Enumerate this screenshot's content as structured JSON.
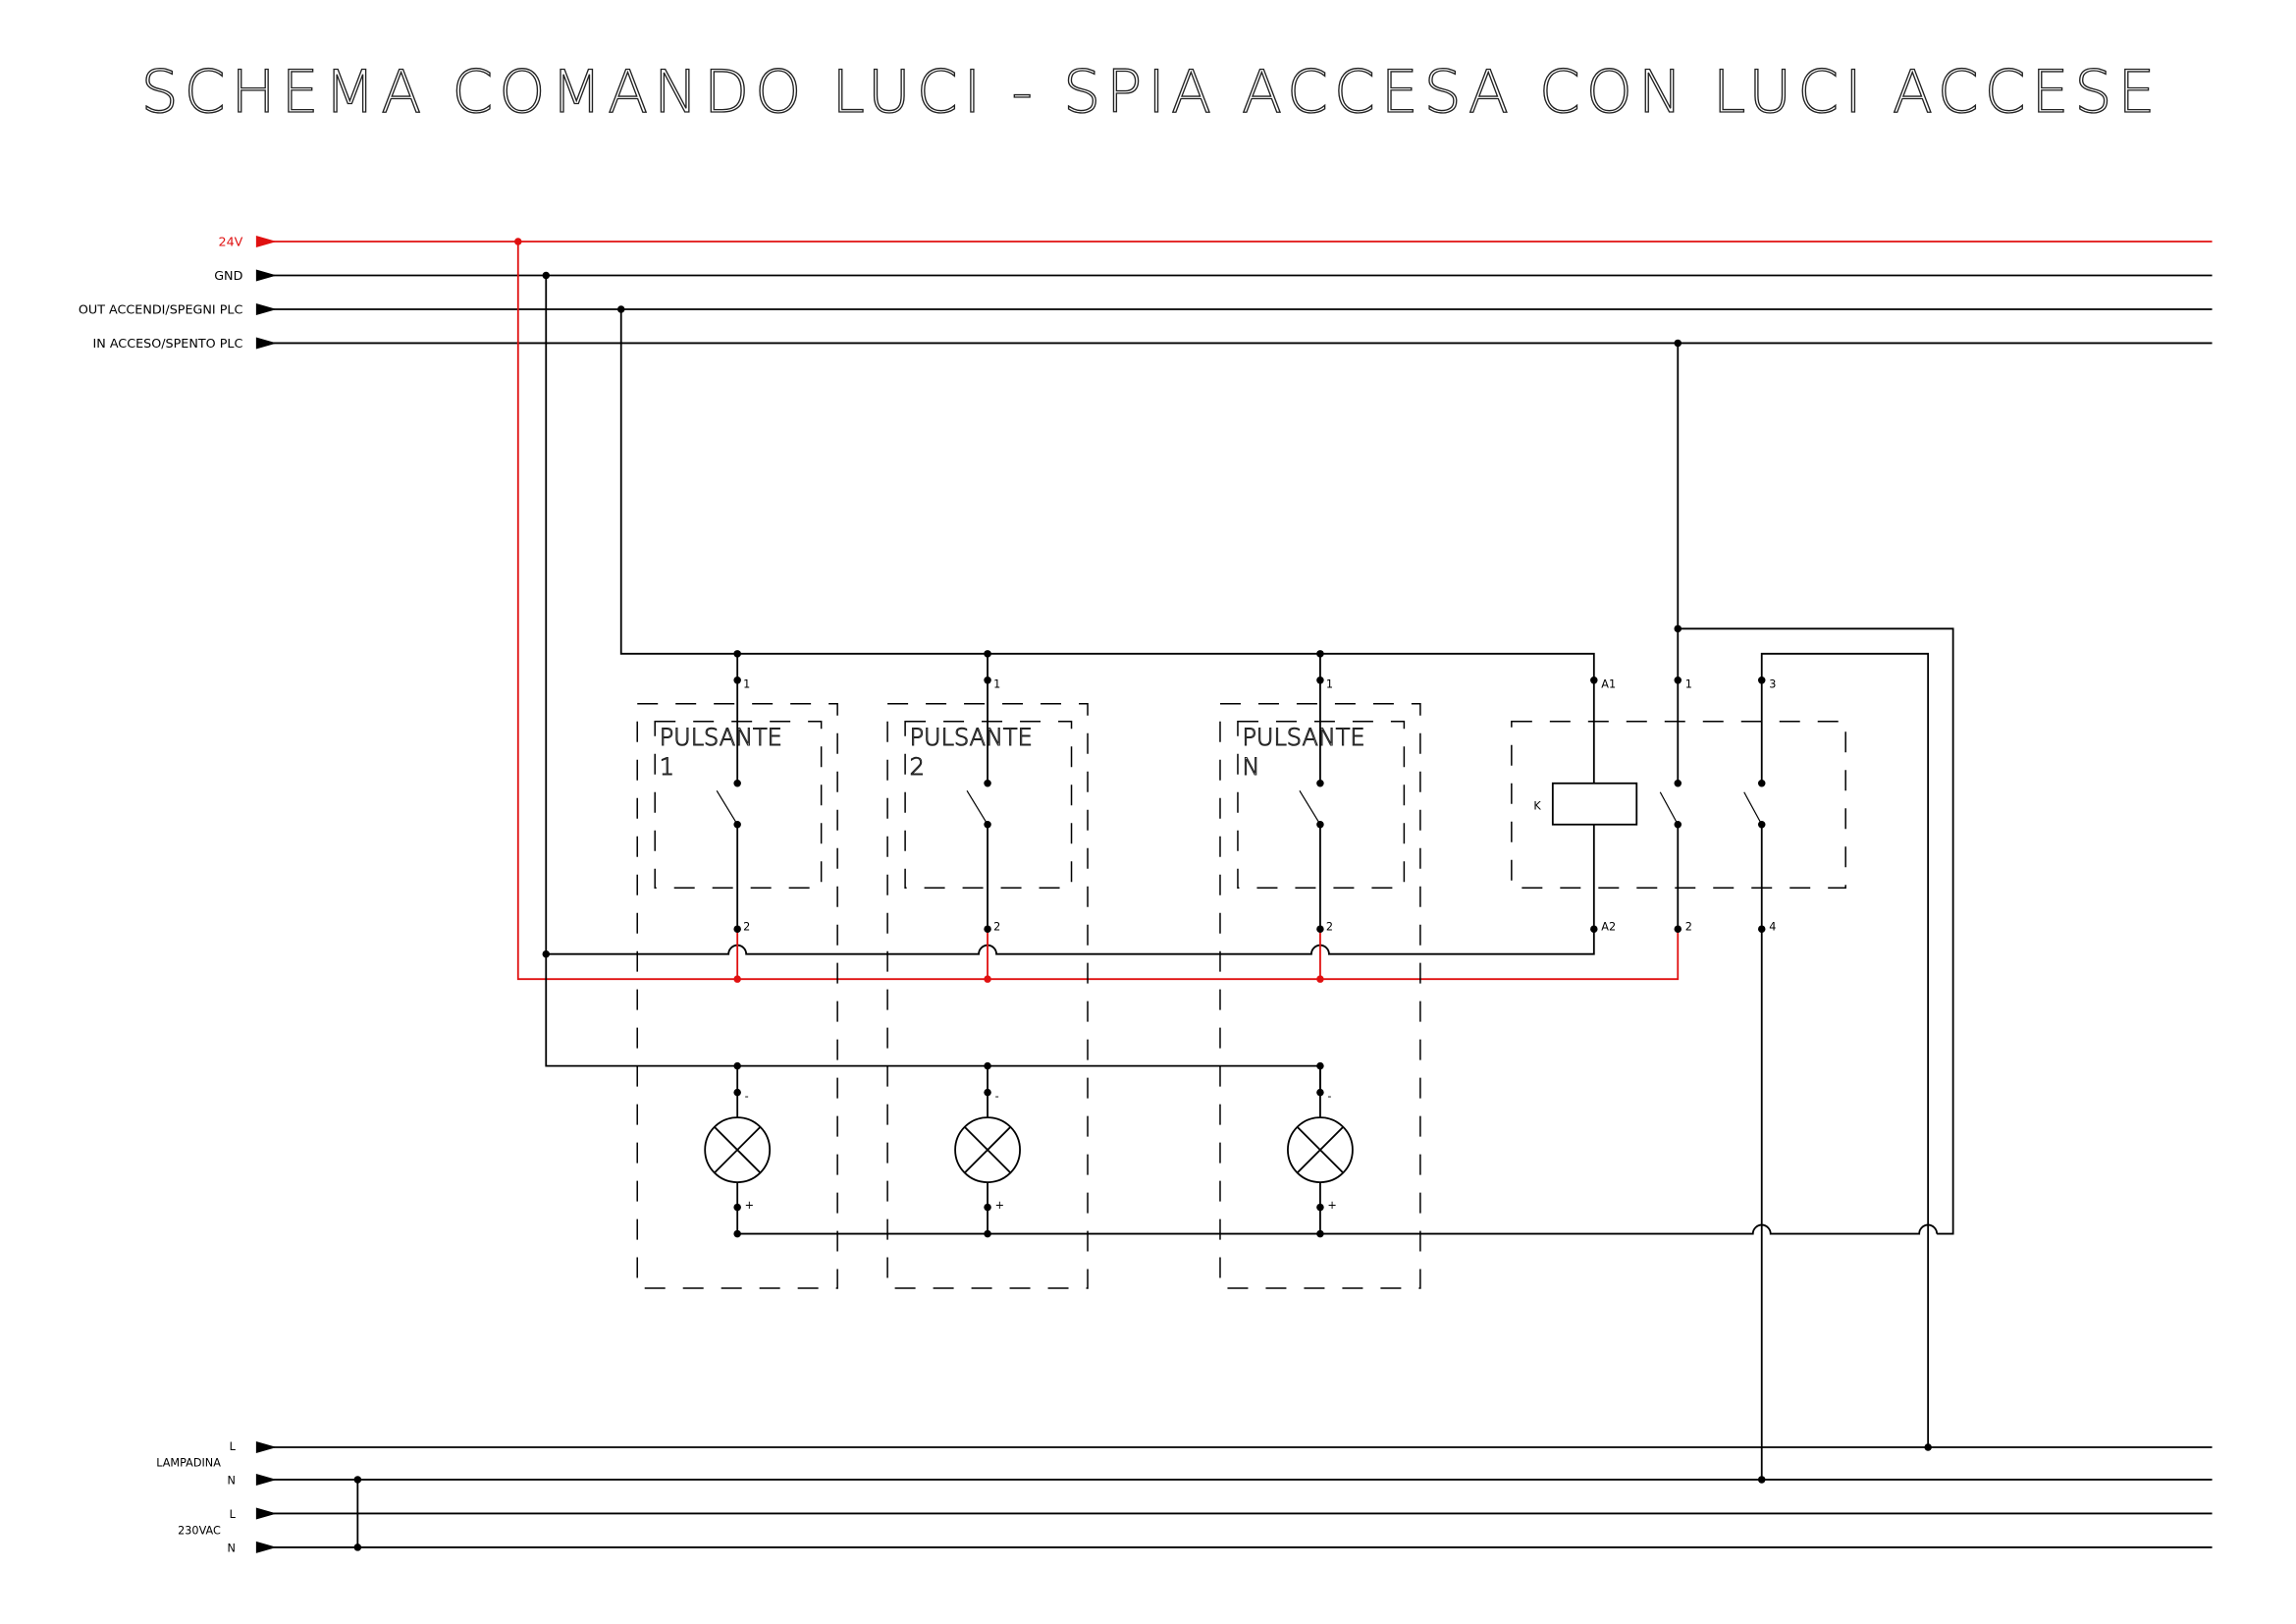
{
  "title": "SCHEMA COMANDO LUCI - SPIA ACCESA CON LUCI ACCESE",
  "buses_top": [
    {
      "label": "24V",
      "color": "#e01010"
    },
    {
      "label": "GND",
      "color": "#000000"
    },
    {
      "label": "OUT ACCENDI/SPEGNI PLC",
      "color": "#000000"
    },
    {
      "label": "IN ACCESO/SPENTO PLC",
      "color": "#000000"
    }
  ],
  "buses_bottom": {
    "lampadina": {
      "label": "LAMPADINA",
      "l": "L",
      "n": "N"
    },
    "mains": {
      "label": "230VAC",
      "l": "L",
      "n": "N"
    }
  },
  "pushbuttons": [
    {
      "title": "PULSANTE",
      "id": "1",
      "pin_top": "1",
      "pin_bottom": "2"
    },
    {
      "title": "PULSANTE",
      "id": "2",
      "pin_top": "1",
      "pin_bottom": "2"
    },
    {
      "title": "PULSANTE",
      "id": "N",
      "pin_top": "1",
      "pin_bottom": "2"
    }
  ],
  "lamp_pins": {
    "minus": "-",
    "plus": "+"
  },
  "relay": {
    "coil": "K",
    "a1": "A1",
    "a2": "A2",
    "c1": "1",
    "c2": "2",
    "c3": "3",
    "c4": "4"
  }
}
